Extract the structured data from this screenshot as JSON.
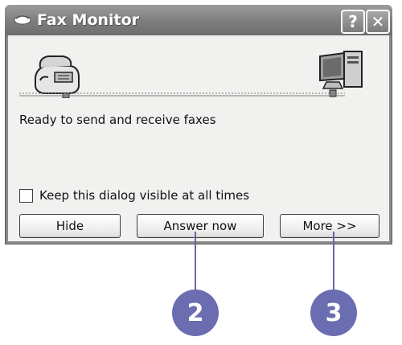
{
  "window": {
    "title": "Fax Monitor",
    "help_button_label": "?",
    "close_button_label": "✕"
  },
  "status": {
    "text": "Ready to send and receive faxes"
  },
  "options": {
    "keep_visible_label": "Keep this dialog visible at all times",
    "keep_visible_checked": false
  },
  "buttons": {
    "hide_label": "Hide",
    "answer_now_label": "Answer now",
    "more_label": "More >>"
  },
  "callouts": [
    {
      "label": "2"
    },
    {
      "label": "3"
    }
  ],
  "icons": {
    "title": "fax-icon",
    "left_device": "fax-machine-icon",
    "right_device": "computer-icon"
  },
  "colors": {
    "titlebar": "#8a8a8a",
    "client_background": "#f1f1ef",
    "callout": "#6a6db0"
  }
}
